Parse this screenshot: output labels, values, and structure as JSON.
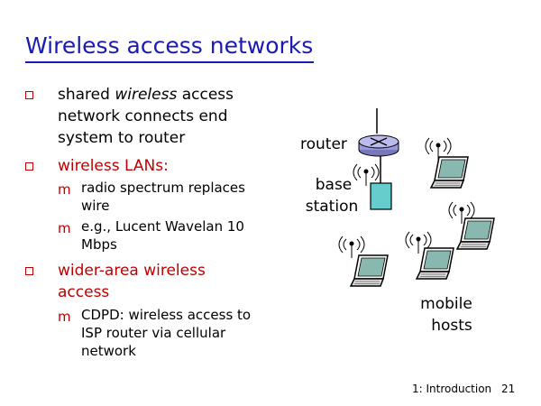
{
  "slide": {
    "title": "Wireless access networks",
    "bullets": [
      {
        "text_before": "shared ",
        "text_italic": "wireless",
        "text_after": " access network connects end system to router"
      },
      {
        "text": "wireless LANs:",
        "sub": [
          "radio spectrum replaces wire",
          "e.g., Lucent Wavelan 10 Mbps"
        ]
      },
      {
        "text": "wider-area wireless access",
        "sub": [
          "CDPD: wireless access to ISP router via cellular network"
        ]
      }
    ],
    "diagram": {
      "router_label": "router",
      "base_station_label_1": "base",
      "base_station_label_2": "station",
      "mobile_hosts_label_1": "mobile",
      "mobile_hosts_label_2": "hosts"
    },
    "footer": {
      "section": "1: Introduction",
      "page": "21"
    },
    "colors": {
      "title": "#1a1ab4",
      "accent": "#c00000",
      "router": "#9999dd",
      "base_station": "#66cccc",
      "screen": "#88b8b0"
    }
  }
}
